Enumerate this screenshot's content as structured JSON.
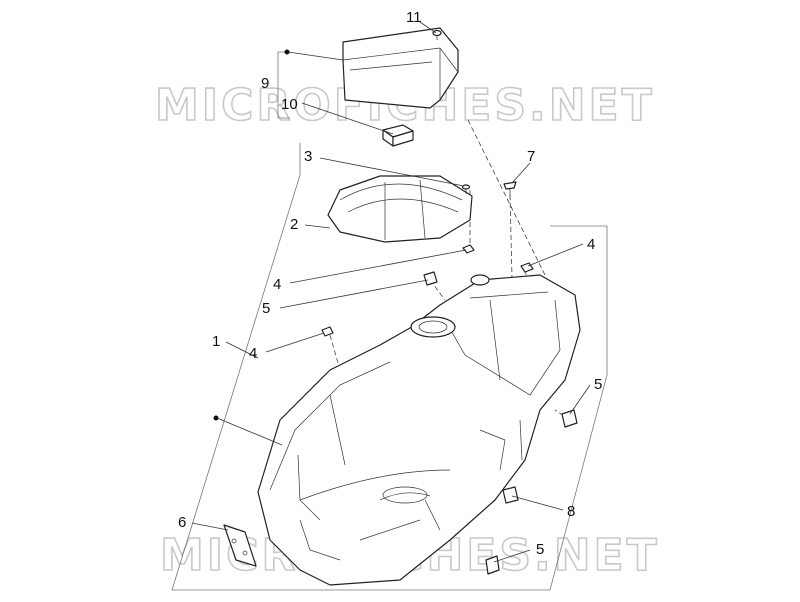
{
  "watermark": {
    "text_top": "MICROFICHES.NET",
    "text_bottom": "MICROFICHES.NET"
  },
  "callouts": {
    "c1": "1",
    "c2": "2",
    "c3": "3",
    "c4a": "4",
    "c4b": "4",
    "c4c": "4",
    "c5a": "5",
    "c5b": "5",
    "c5c": "5",
    "c6": "6",
    "c7": "7",
    "c8": "8",
    "c9": "9",
    "c10": "10",
    "c11": "11"
  }
}
